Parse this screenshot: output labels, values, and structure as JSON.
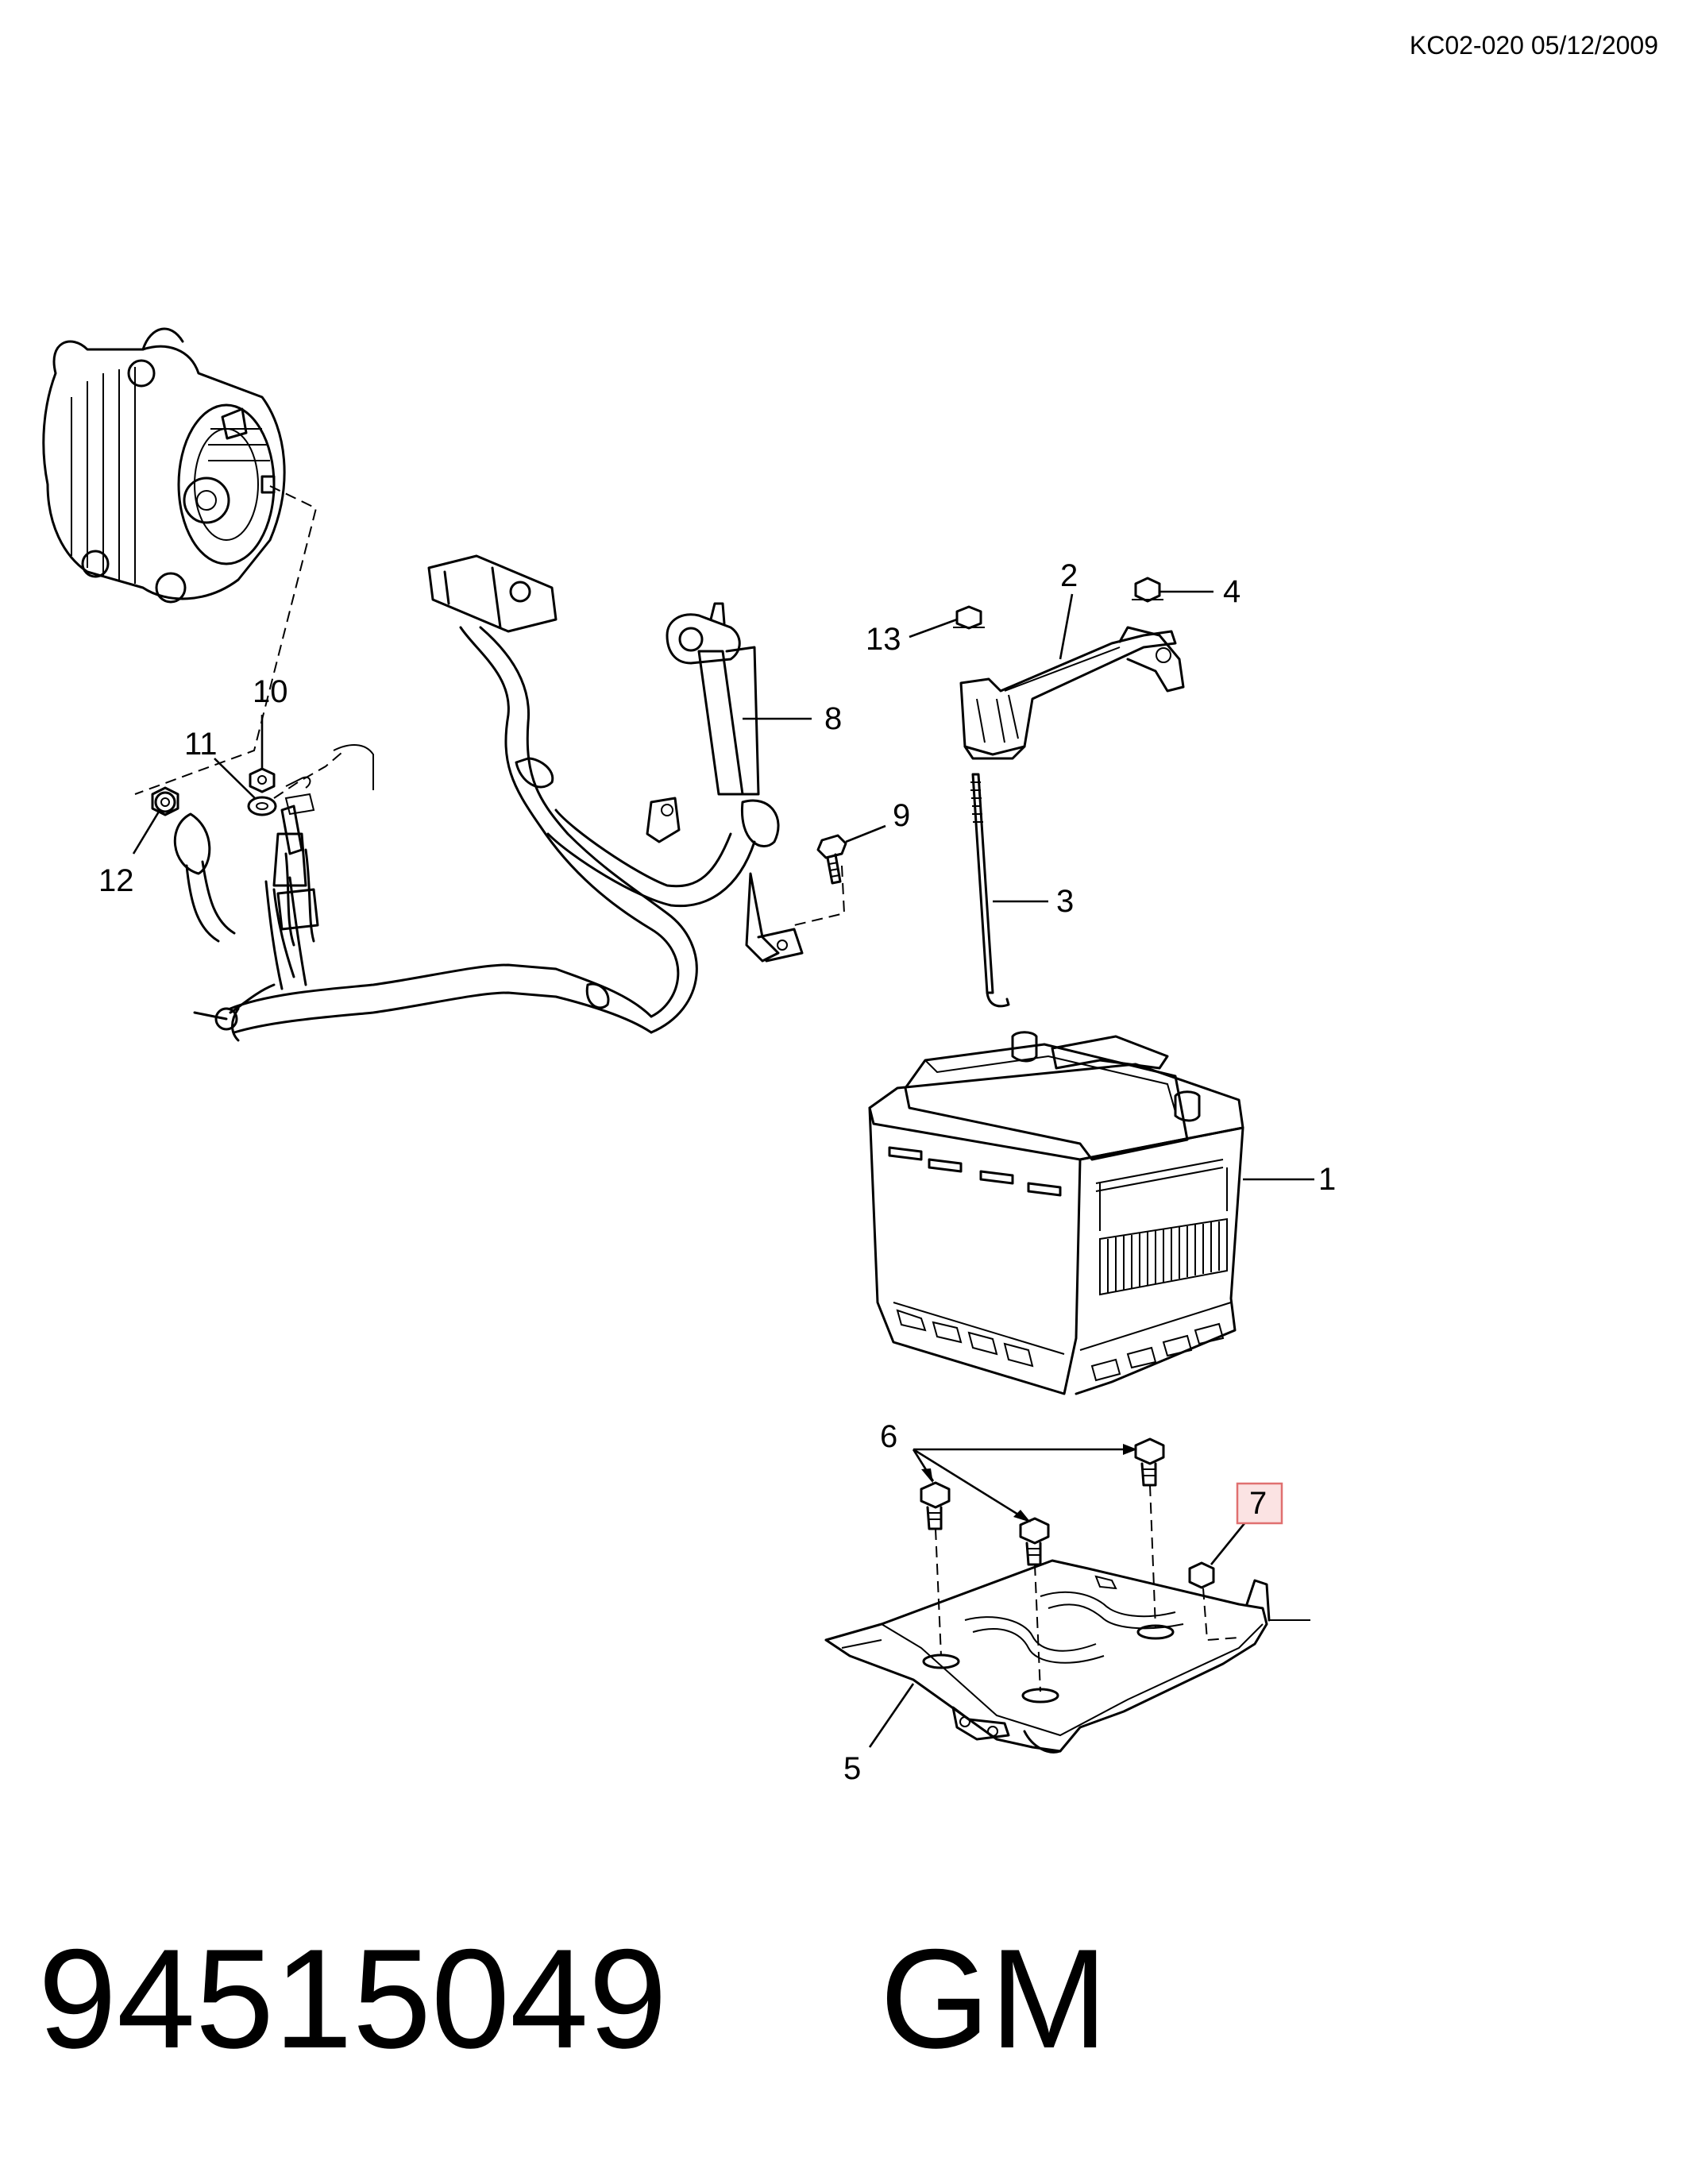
{
  "header": {
    "reference": "KC02-020 05/12/2009"
  },
  "footer": {
    "part_number": "94515049",
    "brand": "GM"
  },
  "callouts": {
    "c1": "1",
    "c2": "2",
    "c3": "3",
    "c4": "4",
    "c5": "5",
    "c6": "6",
    "c7": "7",
    "c8": "8",
    "c9": "9",
    "c10": "10",
    "c11": "11",
    "c12": "12",
    "c13": "13"
  },
  "highlight": {
    "callout": "7",
    "color": "#e07070",
    "fill": "#fbe3e3"
  }
}
